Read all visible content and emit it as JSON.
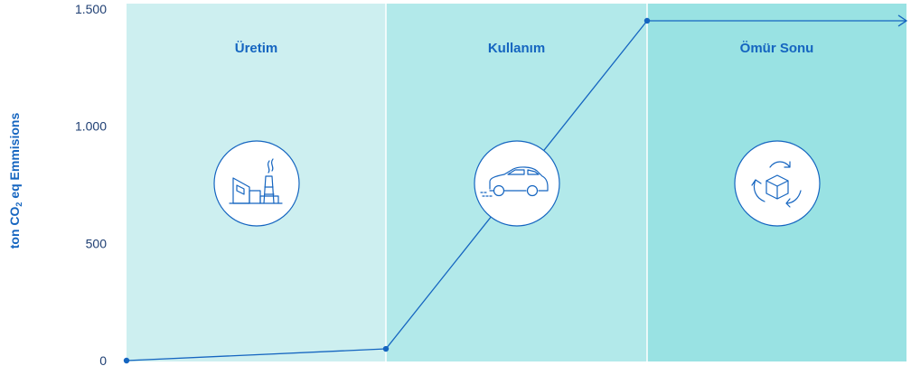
{
  "colors": {
    "line": "#1565c0",
    "phase_fills": [
      "#cdeff0",
      "#b2e9ea",
      "#99e2e3"
    ],
    "icon_stroke": "#1565c0"
  },
  "chart_data": {
    "type": "line",
    "title": "",
    "ylabel": {
      "prefix": "ton CO",
      "subscript": "2",
      "suffix": " eq Emmisions"
    },
    "ylim": [
      0,
      1500
    ],
    "y_ticks": [
      "0",
      "500",
      "1.000",
      "1.500"
    ],
    "y_tick_values": [
      0,
      500,
      1000,
      1500
    ],
    "grid": false,
    "phases": [
      {
        "label": "Üretim",
        "icon": "factory-icon"
      },
      {
        "label": "Kullanım",
        "icon": "car-icon"
      },
      {
        "label": "Ömür Sonu",
        "icon": "recycle-box-icon"
      }
    ],
    "x": [
      0,
      1,
      2,
      3
    ],
    "values": [
      0,
      50,
      1450,
      1450
    ],
    "markers": [
      true,
      true,
      true,
      false
    ],
    "end_arrow": true
  }
}
